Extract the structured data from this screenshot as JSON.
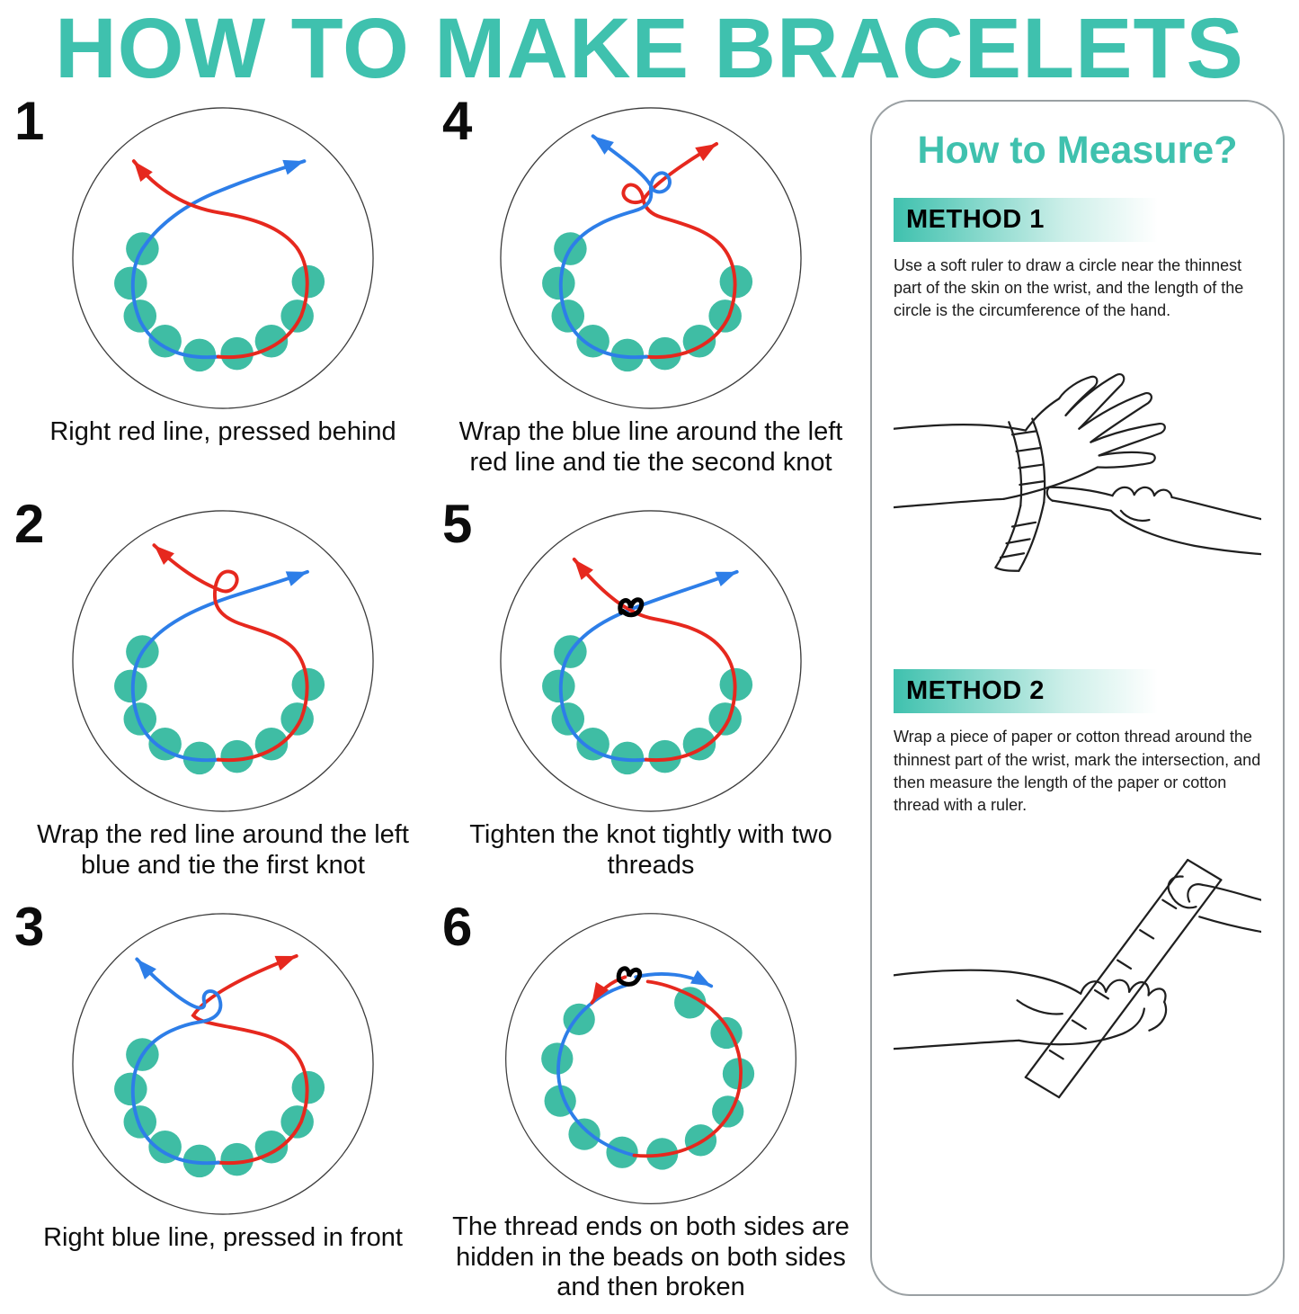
{
  "title": "HOW TO MAKE BRACELETS",
  "colors": {
    "accent": "#3fc1ae",
    "bead": "#3fbda4",
    "red": "#e6281e",
    "blue": "#2d7ee8",
    "knot": "#000000"
  },
  "steps": [
    {
      "number": "1",
      "caption": "Right red line, pressed behind"
    },
    {
      "number": "2",
      "caption": "Wrap the red line around the left blue and tie the first knot"
    },
    {
      "number": "3",
      "caption": "Right blue line, pressed in front"
    },
    {
      "number": "4",
      "caption": "Wrap the blue line around the left red line and tie the second knot"
    },
    {
      "number": "5",
      "caption": "Tighten the knot tightly with two threads"
    },
    {
      "number": "6",
      "caption": "The thread ends on both sides are hidden in the beads on both sides and then broken"
    }
  ],
  "measure": {
    "title": "How to Measure?",
    "method1": {
      "label": "METHOD 1",
      "text": "Use a soft ruler to draw a circle near the thinnest part of the skin on the wrist, and the length of the circle is the circumference of the hand."
    },
    "method2": {
      "label": "METHOD 2",
      "text": "Wrap a piece of paper or cotton thread around the thinnest part of the wrist, mark the intersection, and then measure the length of the paper or cotton thread with a ruler."
    }
  }
}
